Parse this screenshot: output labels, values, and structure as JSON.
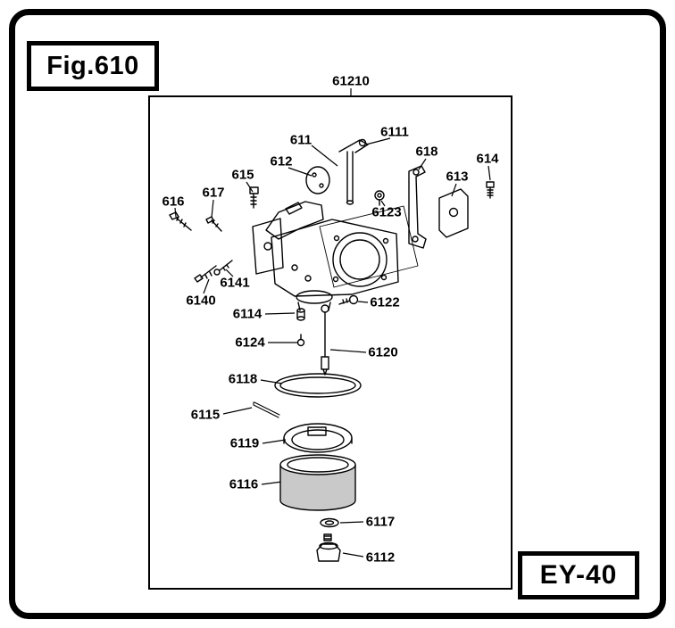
{
  "figure": {
    "title": "Fig.610"
  },
  "model": {
    "code": "EY-40"
  },
  "assembly": {
    "number": "61210"
  },
  "colors": {
    "ink": "#000000",
    "paper": "#ffffff",
    "bowl_shade": "#c9c9c9"
  },
  "parts": [
    {
      "number": "611"
    },
    {
      "number": "6111"
    },
    {
      "number": "612"
    },
    {
      "number": "615"
    },
    {
      "number": "616"
    },
    {
      "number": "617"
    },
    {
      "number": "618"
    },
    {
      "number": "613"
    },
    {
      "number": "614"
    },
    {
      "number": "6123"
    },
    {
      "number": "6140"
    },
    {
      "number": "6141"
    },
    {
      "number": "6122"
    },
    {
      "number": "6114"
    },
    {
      "number": "6124"
    },
    {
      "number": "6120"
    },
    {
      "number": "6118"
    },
    {
      "number": "6115"
    },
    {
      "number": "6119"
    },
    {
      "number": "6116"
    },
    {
      "number": "6117"
    },
    {
      "number": "6112"
    }
  ]
}
